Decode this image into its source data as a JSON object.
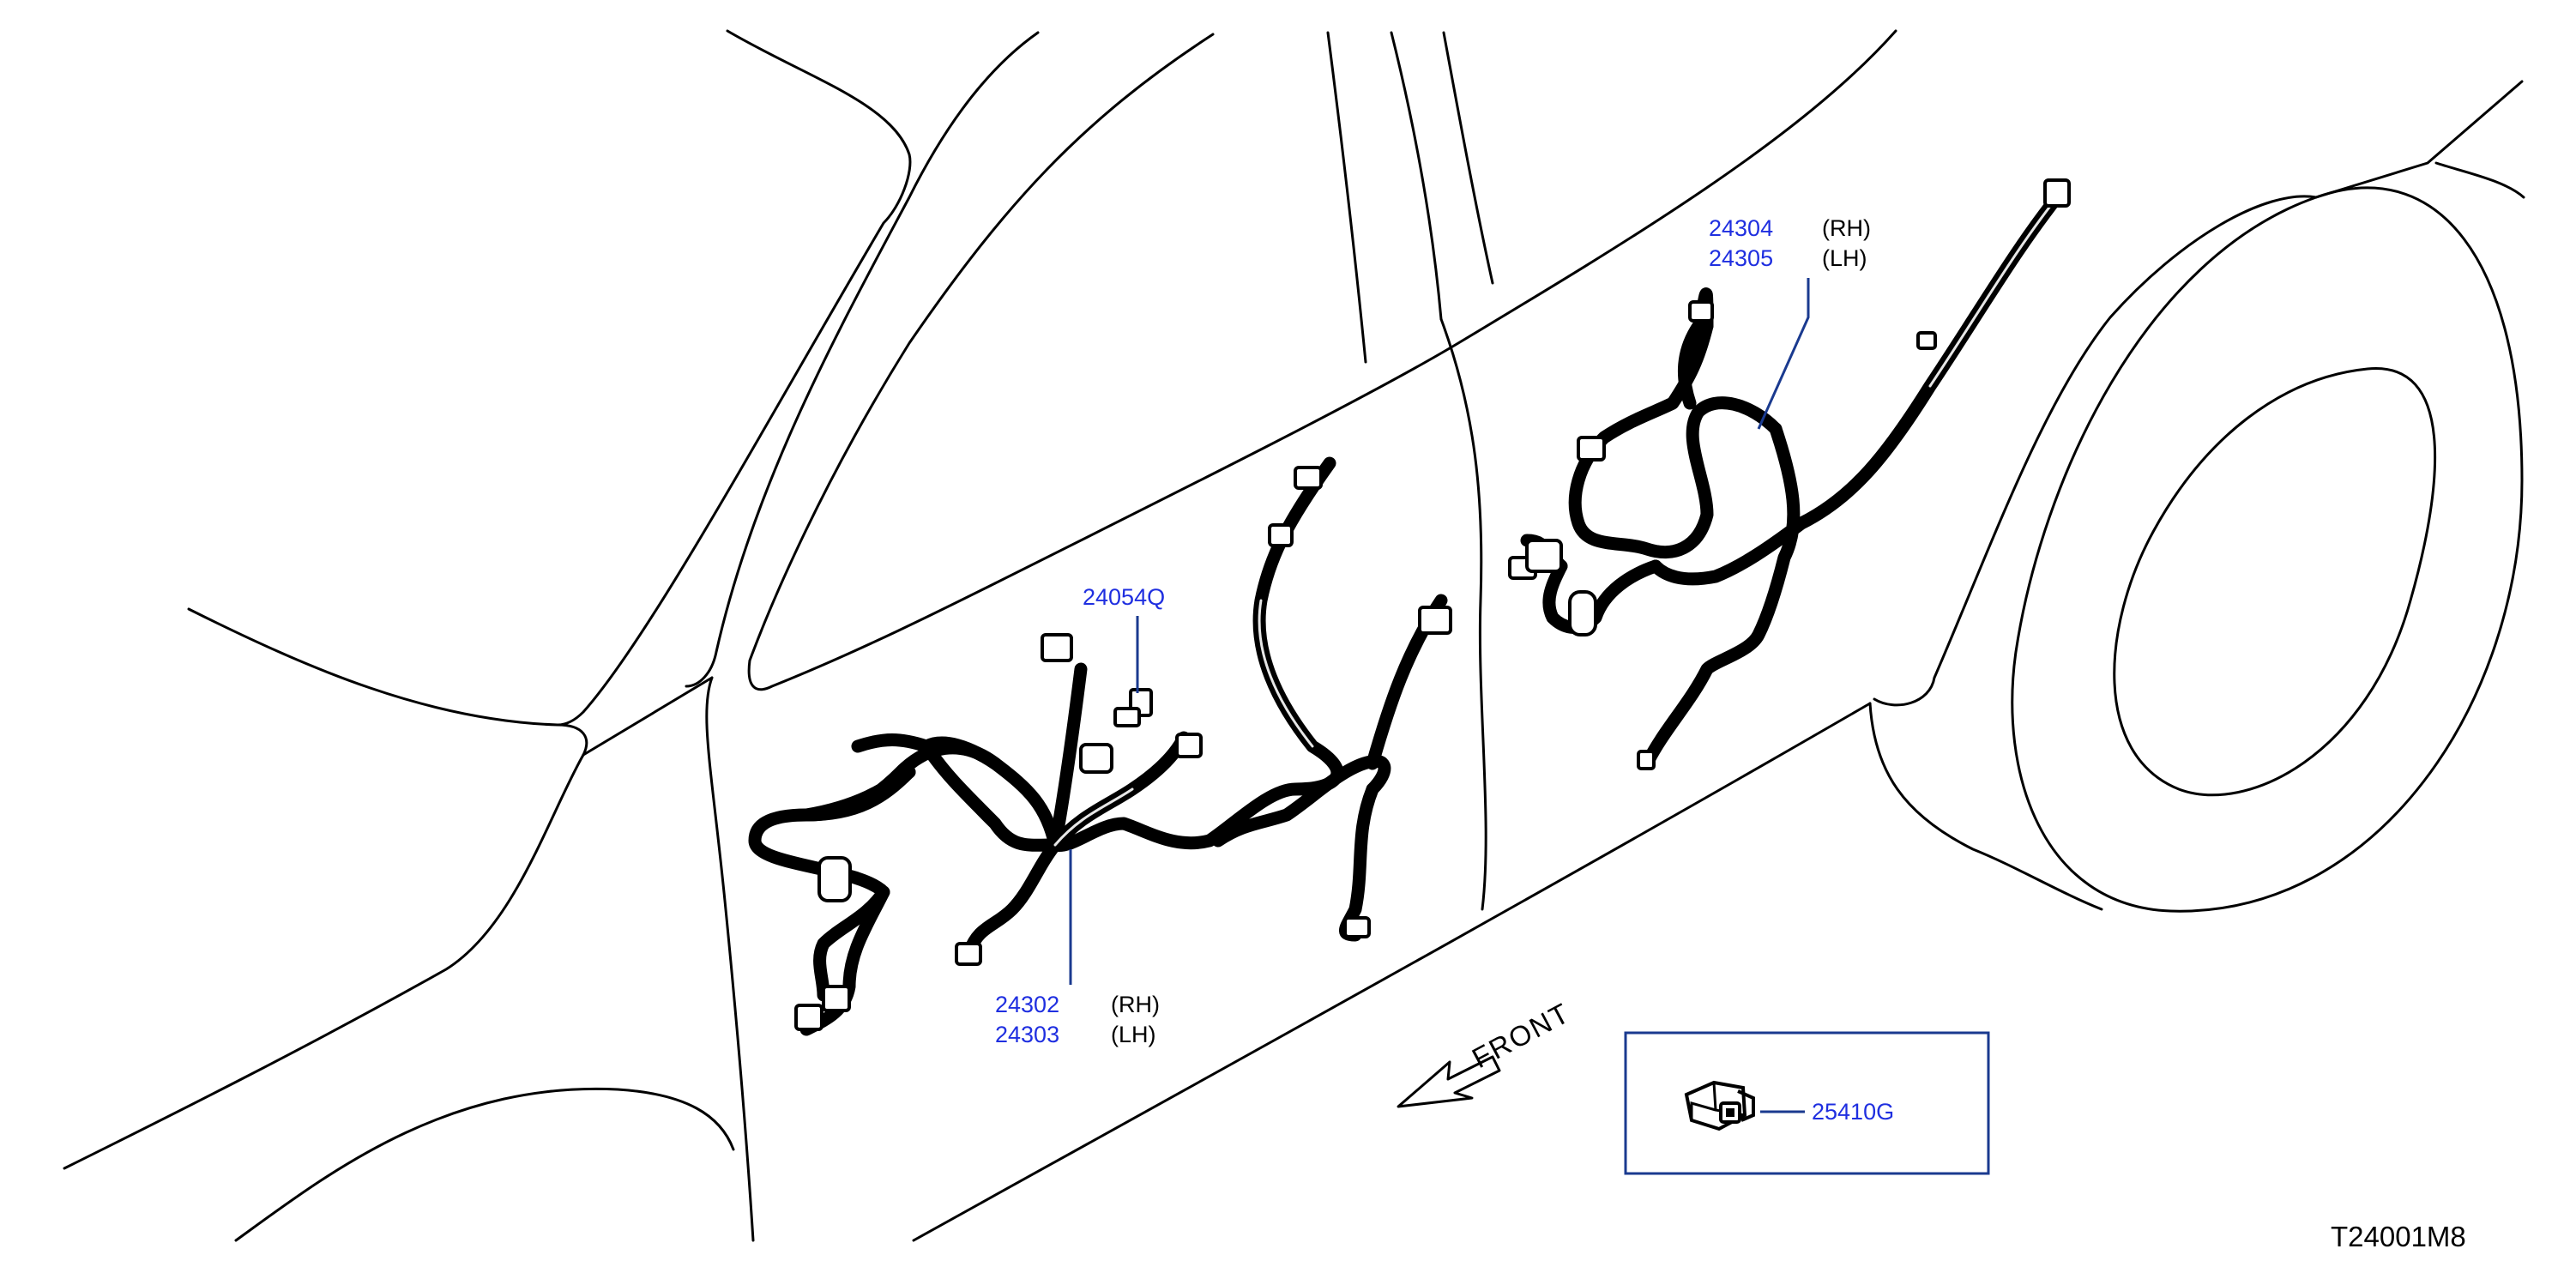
{
  "diagram_code": "T24001M8",
  "direction_label": "FRONT",
  "callouts": {
    "front_harness": {
      "rh_part": "24302",
      "rh_side": "(RH)",
      "lh_part": "24303",
      "lh_side": "(LH)"
    },
    "clip": {
      "part": "24054Q"
    },
    "rear_harness": {
      "rh_part": "24304",
      "rh_side": "(RH)",
      "lh_part": "24305",
      "lh_side": "(LH)"
    },
    "inset": {
      "part": "25410G"
    }
  },
  "colors": {
    "part_number": "#1f2fe0",
    "leader_line": "#1a3a8f",
    "inset_frame": "#1a3a8f",
    "line_art": "#000000"
  }
}
